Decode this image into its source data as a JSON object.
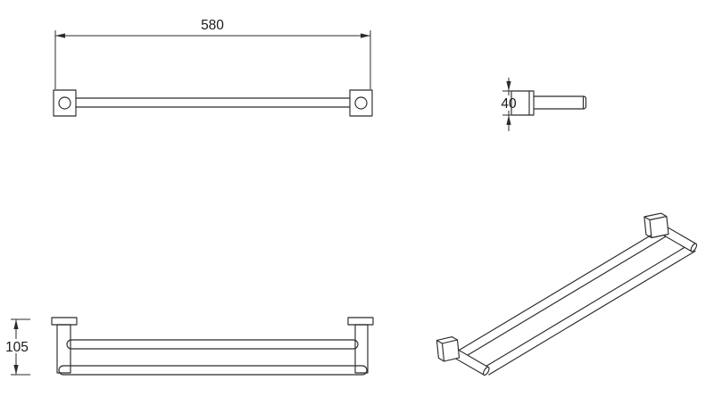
{
  "drawing": {
    "background": "#ffffff",
    "line_color": "#2b2b2b",
    "text_color": "#1a1a1a",
    "views": {
      "front": {
        "value": "580"
      },
      "side": {
        "value": "40"
      },
      "plan": {
        "value": "105"
      }
    }
  }
}
